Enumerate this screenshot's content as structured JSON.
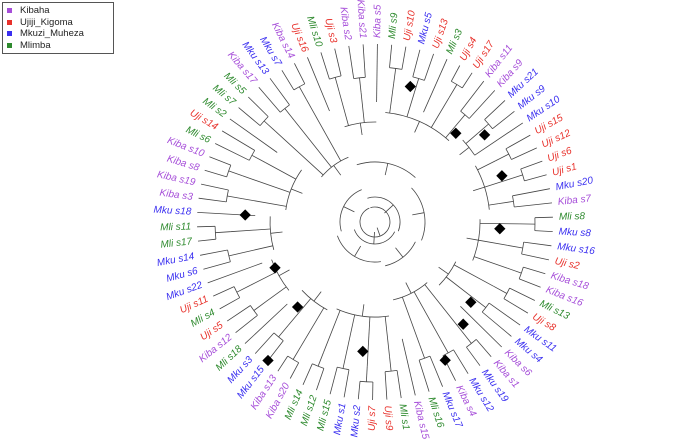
{
  "legend": [
    {
      "label": "Kibaha",
      "color": "#a64ed9"
    },
    {
      "label": "Ujiji_Kigoma",
      "color": "#e8312b"
    },
    {
      "label": "Mkuzi_Muheza",
      "color": "#3a2ff0"
    },
    {
      "label": "Mlimba",
      "color": "#2e8a2e"
    }
  ],
  "colors": {
    "Kibaha": "#a64ed9",
    "Ujiji_Kigoma": "#e8312b",
    "Mkuzi_Muheza": "#3a2ff0",
    "Mlimba": "#2e8a2e"
  },
  "tips": [
    {
      "label": "Mli s10",
      "group": "Mlimba"
    },
    {
      "label": "Uji s3",
      "group": "Ujiji_Kigoma"
    },
    {
      "label": "Kiba s2",
      "group": "Kibaha"
    },
    {
      "label": "Kiba s21",
      "group": "Kibaha"
    },
    {
      "label": "Kiba s5",
      "group": "Kibaha"
    },
    {
      "label": "Mli s9",
      "group": "Mlimba"
    },
    {
      "label": "Uji s10",
      "group": "Ujiji_Kigoma"
    },
    {
      "label": "Mku s5",
      "group": "Mkuzi_Muheza"
    },
    {
      "label": "Uji s13",
      "group": "Ujiji_Kigoma"
    },
    {
      "label": "Mli s3",
      "group": "Mlimba"
    },
    {
      "label": "Uji s4",
      "group": "Ujiji_Kigoma"
    },
    {
      "label": "Uji s17",
      "group": "Ujiji_Kigoma"
    },
    {
      "label": "Kiba s11",
      "group": "Kibaha"
    },
    {
      "label": "Kiba s9",
      "group": "Kibaha"
    },
    {
      "label": "Mku s21",
      "group": "Mkuzi_Muheza"
    },
    {
      "label": "Mku s9",
      "group": "Mkuzi_Muheza"
    },
    {
      "label": "Mku s10",
      "group": "Mkuzi_Muheza"
    },
    {
      "label": "Uji s15",
      "group": "Ujiji_Kigoma"
    },
    {
      "label": "Uji s12",
      "group": "Ujiji_Kigoma"
    },
    {
      "label": "Uji s6",
      "group": "Ujiji_Kigoma"
    },
    {
      "label": "Uji s1",
      "group": "Ujiji_Kigoma"
    },
    {
      "label": "Mku s20",
      "group": "Mkuzi_Muheza"
    },
    {
      "label": "Kiba s7",
      "group": "Kibaha"
    },
    {
      "label": "Mli s8",
      "group": "Mlimba"
    },
    {
      "label": "Mku s8",
      "group": "Mkuzi_Muheza"
    },
    {
      "label": "Mku s16",
      "group": "Mkuzi_Muheza"
    },
    {
      "label": "Uji s2",
      "group": "Ujiji_Kigoma"
    },
    {
      "label": "Kiba s18",
      "group": "Kibaha"
    },
    {
      "label": "Kiba s16",
      "group": "Kibaha"
    },
    {
      "label": "Mli s13",
      "group": "Mlimba"
    },
    {
      "label": "Uji s8",
      "group": "Ujiji_Kigoma"
    },
    {
      "label": "Mku s11",
      "group": "Mkuzi_Muheza"
    },
    {
      "label": "Mku s4",
      "group": "Mkuzi_Muheza"
    },
    {
      "label": "Kiba s6",
      "group": "Kibaha"
    },
    {
      "label": "Kiba s1",
      "group": "Kibaha"
    },
    {
      "label": "Mku s19",
      "group": "Mkuzi_Muheza"
    },
    {
      "label": "Mku s12",
      "group": "Mkuzi_Muheza"
    },
    {
      "label": "Kiba s4",
      "group": "Kibaha"
    },
    {
      "label": "Mku s17",
      "group": "Mkuzi_Muheza"
    },
    {
      "label": "Mli s16",
      "group": "Mlimba"
    },
    {
      "label": "Kiba s15",
      "group": "Kibaha"
    },
    {
      "label": "Mli s1",
      "group": "Mlimba"
    },
    {
      "label": "Uji s9",
      "group": "Ujiji_Kigoma"
    },
    {
      "label": "Uji s7",
      "group": "Ujiji_Kigoma"
    },
    {
      "label": "Mku s2",
      "group": "Mkuzi_Muheza"
    },
    {
      "label": "Mku s1",
      "group": "Mkuzi_Muheza"
    },
    {
      "label": "Mli s15",
      "group": "Mlimba"
    },
    {
      "label": "Mli s12",
      "group": "Mlimba"
    },
    {
      "label": "Mli s14",
      "group": "Mlimba"
    },
    {
      "label": "Kiba s20",
      "group": "Kibaha"
    },
    {
      "label": "Kiba s13",
      "group": "Kibaha"
    },
    {
      "label": "Mku s15",
      "group": "Mkuzi_Muheza"
    },
    {
      "label": "Mku s3",
      "group": "Mkuzi_Muheza"
    },
    {
      "label": "Mli s18",
      "group": "Mlimba"
    },
    {
      "label": "Kiba s12",
      "group": "Kibaha"
    },
    {
      "label": "Uji s5",
      "group": "Ujiji_Kigoma"
    },
    {
      "label": "Mli s4",
      "group": "Mlimba"
    },
    {
      "label": "Uji s11",
      "group": "Ujiji_Kigoma"
    },
    {
      "label": "Mku s22",
      "group": "Mkuzi_Muheza"
    },
    {
      "label": "Mku s6",
      "group": "Mkuzi_Muheza"
    },
    {
      "label": "Mku s14",
      "group": "Mkuzi_Muheza"
    },
    {
      "label": "Mli s17",
      "group": "Mlimba"
    },
    {
      "label": "Mli s11",
      "group": "Mlimba"
    },
    {
      "label": "Mku s18",
      "group": "Mkuzi_Muheza"
    },
    {
      "label": "Kiba s3",
      "group": "Kibaha"
    },
    {
      "label": "Kiba s19",
      "group": "Kibaha"
    },
    {
      "label": "Kiba s8",
      "group": "Kibaha"
    },
    {
      "label": "Kiba s10",
      "group": "Kibaha"
    },
    {
      "label": "Mli s6",
      "group": "Mlimba"
    },
    {
      "label": "Uji s14",
      "group": "Ujiji_Kigoma"
    },
    {
      "label": "Mli s2",
      "group": "Mlimba"
    },
    {
      "label": "Mli s7",
      "group": "Mlimba"
    },
    {
      "label": "Mli s5",
      "group": "Mlimba"
    },
    {
      "label": "Kiba s17",
      "group": "Kibaha"
    },
    {
      "label": "Mku s13",
      "group": "Mkuzi_Muheza"
    },
    {
      "label": "Mku s7",
      "group": "Mkuzi_Muheza"
    },
    {
      "label": "Kiba s14",
      "group": "Kibaha"
    },
    {
      "label": "Uji s16",
      "group": "Ujiji_Kigoma"
    }
  ]
}
